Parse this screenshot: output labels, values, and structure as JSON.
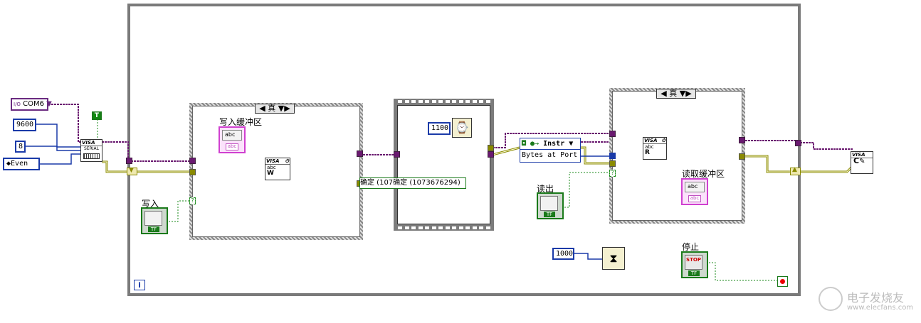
{
  "resource": {
    "value": "COM6",
    "glyph": "I/O"
  },
  "baud": "9600",
  "data_bits": "8",
  "parity": "Even",
  "bool_true": "T",
  "visa_serial_icon": "VISA SERIAL",
  "case1": {
    "selector": "真"
  },
  "case2": {
    "selector": "真"
  },
  "write_buffer_label": "写入缓冲区",
  "read_buffer_label": "读取缓冲区",
  "write_label": "写入",
  "read_label": "读出",
  "stop_label": "停止",
  "stop_button_text": "STOP",
  "tf_text": "TF",
  "abc_text": "abc",
  "delay_const": "1100",
  "wait_const": "1000",
  "error_const_text": "确定 (1073676294)",
  "error_const_text_trunc": "确定 (107",
  "property_node": {
    "class": "Instr",
    "property": "Bytes at Port"
  },
  "visa_write_letter": "W",
  "visa_read_letter": "R",
  "visa_text": "VISA",
  "visa_close_letter": "C",
  "iteration_terminal": "i",
  "watermark": "电子发烧友",
  "watermark_url": "www.elecfans.com",
  "icons": [
    "down-arrow-icon",
    "wait-ms-icon",
    "metronome-icon",
    "stop-terminal-icon",
    "toggle-switch-icon"
  ]
}
